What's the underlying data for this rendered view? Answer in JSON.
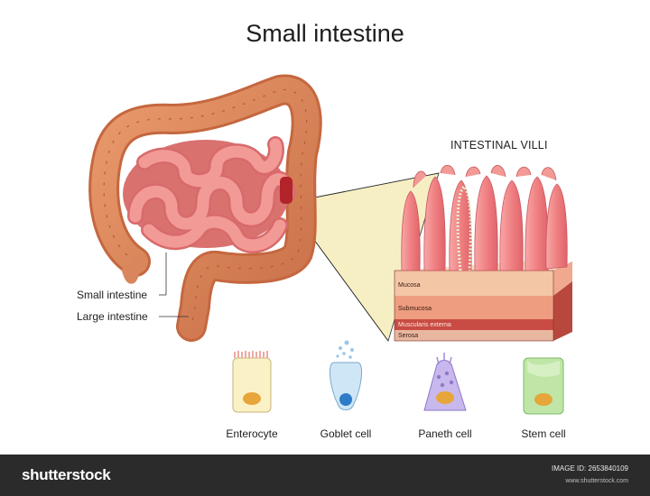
{
  "title": "Small intestine",
  "villi_title": "INTESTINAL VILLI",
  "organ_labels": {
    "small_intestine": "Small intestine",
    "large_intestine": "Large intestine"
  },
  "layers": {
    "mucosa": "Mucosa",
    "submucosa": "Submucosa",
    "muscularis": "Muscularis externa",
    "serosa": "Serosa"
  },
  "cells": [
    {
      "label": "Enterocyte",
      "color": "#fbf1c6"
    },
    {
      "label": "Goblet cell",
      "color": "#cfe6f7"
    },
    {
      "label": "Paneth cell",
      "color": "#c9b8ee"
    },
    {
      "label": "Stem cell",
      "color": "#bfe6a6"
    }
  ],
  "footer": {
    "brand": "shutterstock",
    "image_id": "IMAGE ID: 2653840109",
    "site": "www.shutterstock.com"
  },
  "colors": {
    "small_intestine": "#ef8f8c",
    "large_intestine": "#d9855d",
    "villi": "#f07d7f",
    "footer": "#2b2b2b"
  }
}
